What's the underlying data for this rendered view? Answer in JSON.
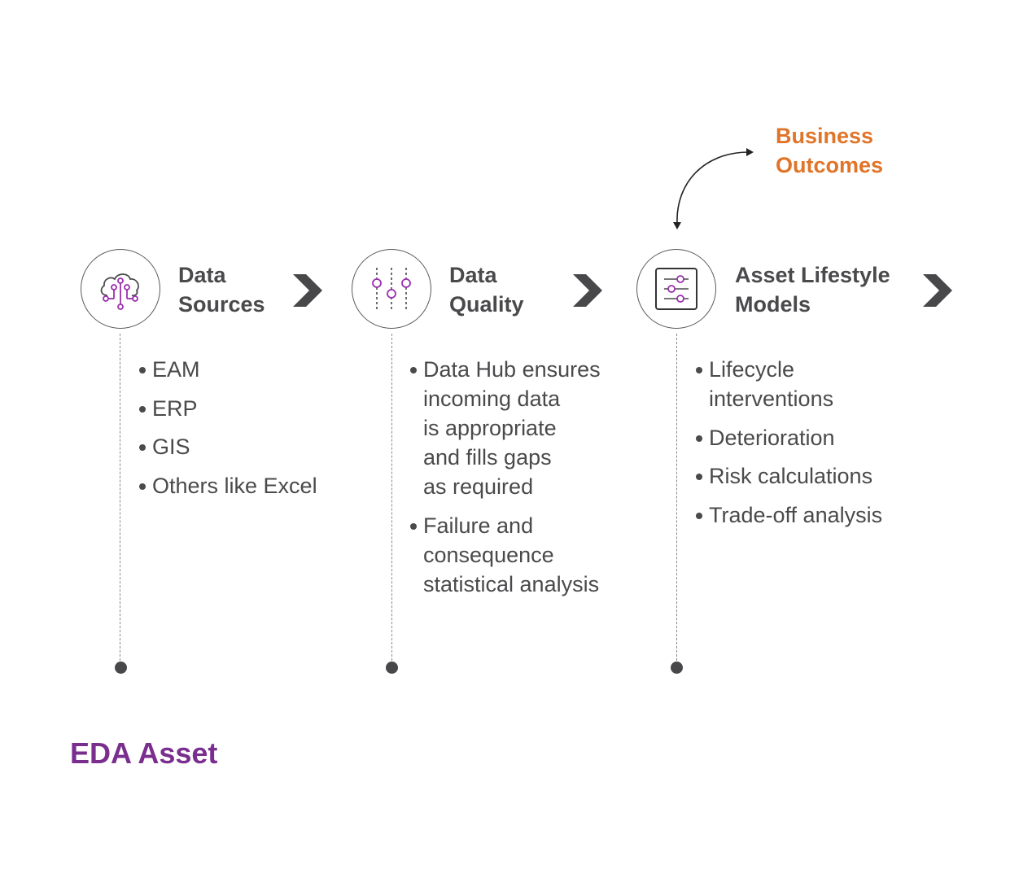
{
  "stages": [
    {
      "title": "Data\nSources",
      "icon": "cloud-network-icon",
      "bullets": [
        "EAM",
        "ERP",
        "GIS",
        "Others like Excel"
      ]
    },
    {
      "title": "Data\nQuality",
      "icon": "filter-sliders-icon",
      "bullets": [
        "Data Hub ensures\nincoming data\nis appropriate\nand fills gaps\nas required",
        "Failure and\nconsequence\nstatistical analysis"
      ]
    },
    {
      "title": "Asset Lifestyle\nModels",
      "icon": "settings-panel-icon",
      "bullets": [
        "Lifecycle\ninterventions",
        "Deterioration",
        "Risk calculations",
        "Trade-off analysis"
      ]
    }
  ],
  "outcome_label": "Business\nOutcomes",
  "footer_title": "EDA Asset",
  "colors": {
    "text": "#4a4a4c",
    "accent_purple": "#7a2e8e",
    "accent_orange": "#e07428",
    "icon_purple": "#9b2fae"
  }
}
